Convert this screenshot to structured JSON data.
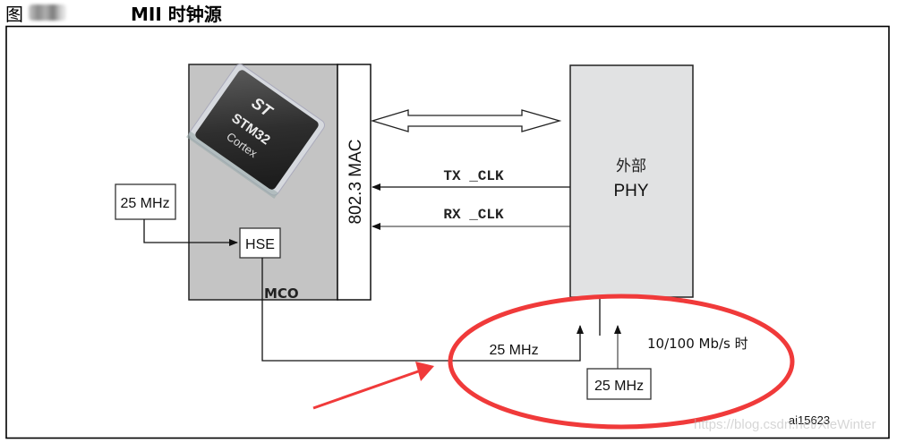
{
  "header": {
    "figure_prefix": "图",
    "title": "MII 时钟源"
  },
  "mcu": {
    "chip_brand": "ST",
    "chip_model": "STM32",
    "chip_core": "Cortex",
    "hse_label": "HSE",
    "mco_label": "MCO",
    "mac_label": "802.3 MAC"
  },
  "crystal_left": {
    "label": "25 MHz"
  },
  "phy": {
    "line1": "外部",
    "line2": "PHY"
  },
  "signals": {
    "tx_clk": "TX _CLK",
    "rx_clk": "RX _CLK",
    "mco_freq": "25 MHz",
    "speed_note": "10/100 Mb/s 时"
  },
  "crystal_bottom": {
    "label": "25 MHz"
  },
  "figure_id": "ai15623",
  "watermark": "https://blog.csdn.net/XieWinter",
  "colors": {
    "mcu_fill": "#c4c4c4",
    "phy_fill": "#e1e2e3",
    "annotation_red": "#f03a3a",
    "line": "#111111"
  }
}
